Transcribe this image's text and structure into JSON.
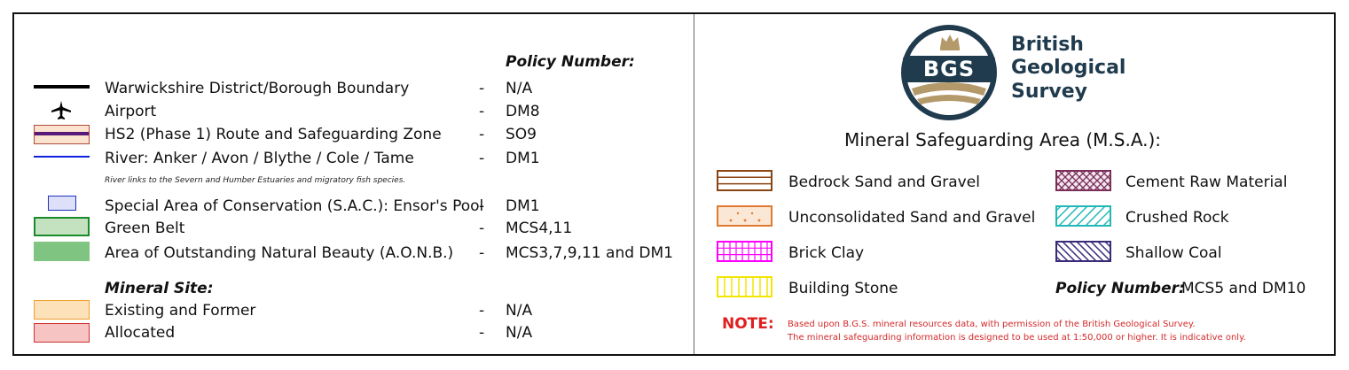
{
  "left_panel": {
    "policy_header": "Policy Number:",
    "items": [
      {
        "label": "Warwickshire District/Borough Boundary",
        "dash": "-",
        "policy": "N/A"
      },
      {
        "label": "Airport",
        "dash": "-",
        "policy": "DM8"
      },
      {
        "label": "HS2 (Phase 1) Route and Safeguarding Zone",
        "dash": "-",
        "policy": "SO9"
      },
      {
        "label": "River: Anker / Avon / Blythe / Cole / Tame",
        "dash": "-",
        "policy": "DM1"
      },
      {
        "label": "Special Area of Conservation (S.A.C.): Ensor's Pool",
        "dash": "-",
        "policy": "DM1"
      },
      {
        "label": "Green Belt",
        "dash": "-",
        "policy": "MCS4,11"
      },
      {
        "label": "Area of Outstanding Natural Beauty (A.O.N.B.)",
        "dash": "-",
        "policy": "MCS3,7,9,11 and DM1"
      }
    ],
    "river_note": "River links to the Severn and Humber Estuaries and migratory fish species.",
    "mineral_site_header": "Mineral Site:",
    "mineral_items": [
      {
        "label": "Existing and Former",
        "dash": "-",
        "policy": "N/A"
      },
      {
        "label": "Allocated",
        "dash": "-",
        "policy": "N/A"
      }
    ]
  },
  "right_panel": {
    "logo": {
      "initials": "BGS",
      "line1": "British",
      "line2": "Geological",
      "line3": "Survey",
      "icon": "crown-icon"
    },
    "title": "Mineral Safeguarding Area (M.S.A.):",
    "msa_left": [
      {
        "label": "Bedrock Sand and Gravel",
        "color": "#8B4513"
      },
      {
        "label": "Unconsolidated Sand and Gravel",
        "color": "#E07A2E"
      },
      {
        "label": "Brick Clay",
        "color": "#FF00FF"
      },
      {
        "label": "Building Stone",
        "color": "#F2E600"
      }
    ],
    "msa_right": [
      {
        "label": "Cement Raw Material",
        "color": "#7B2D5A"
      },
      {
        "label": "Crushed Rock",
        "color": "#22B8B8"
      },
      {
        "label": "Shallow Coal",
        "color": "#3A2A7A"
      }
    ],
    "policy_label": "Policy Number:",
    "policy_value": "MCS5 and DM10",
    "note_label": "NOTE:",
    "note_line1": "Based upon B.G.S. mineral resources data, with permission of the British Geological Survey.",
    "note_line2": "The mineral safeguarding information is designed to be used at 1:50,000 or higher. It is indicative only."
  }
}
